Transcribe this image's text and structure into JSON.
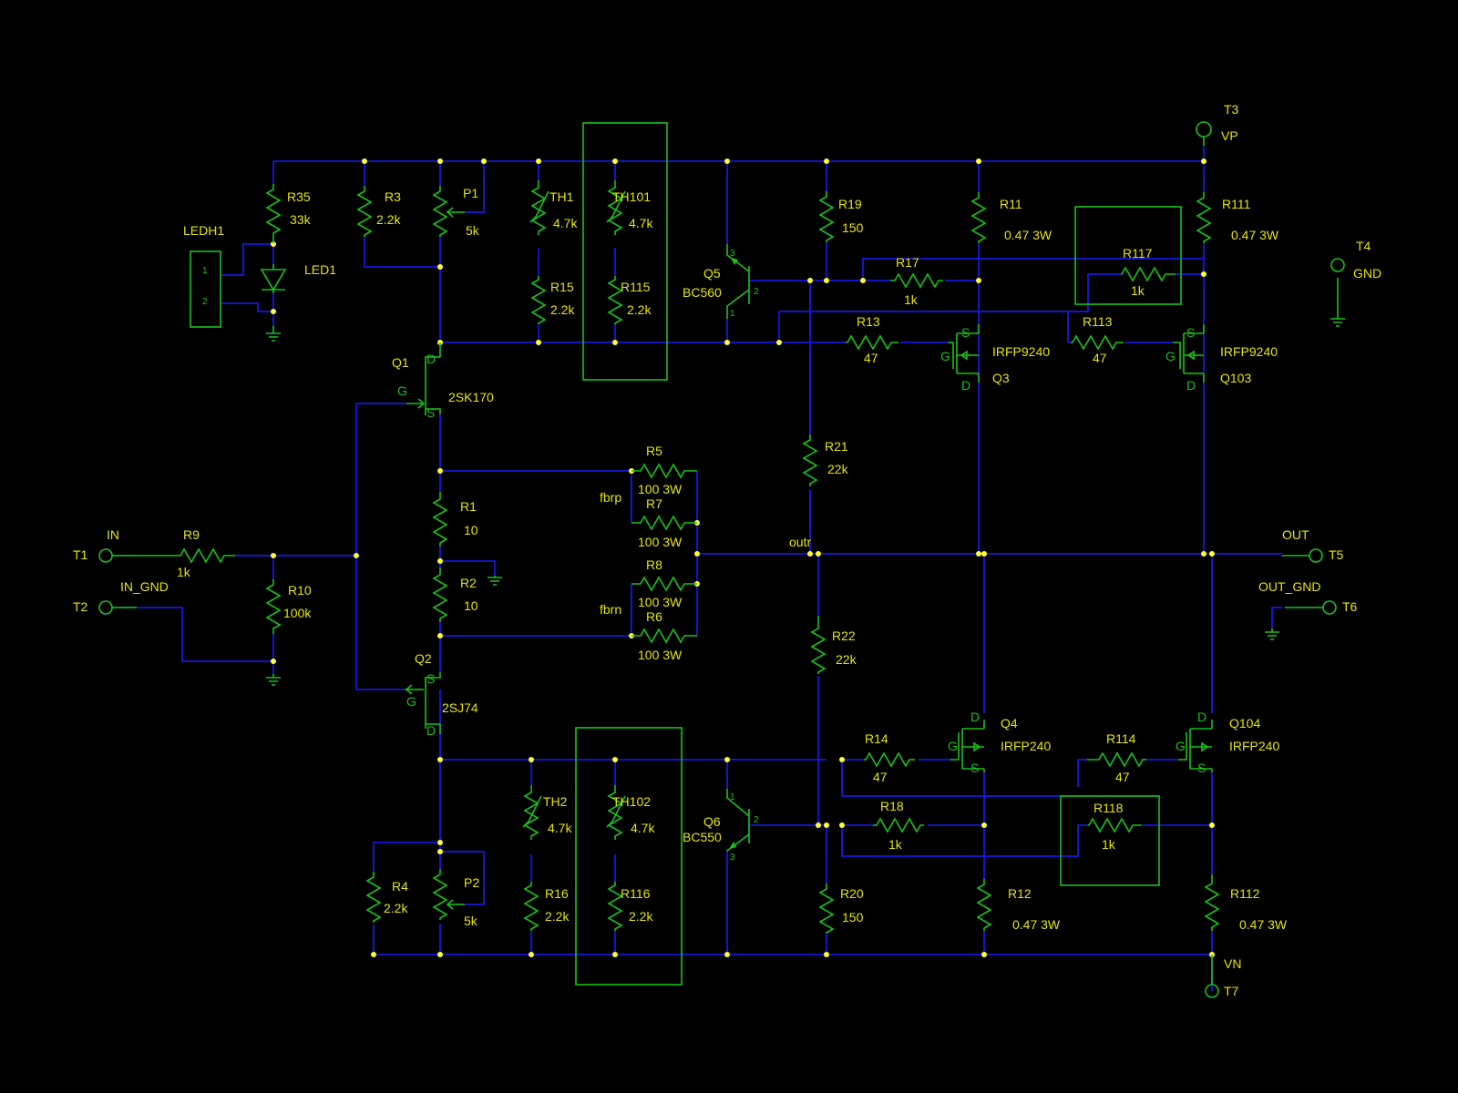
{
  "components": {
    "R35": {
      "ref": "R35",
      "value": "33k"
    },
    "R3": {
      "ref": "R3",
      "value": "2.2k"
    },
    "P1": {
      "ref": "P1",
      "value": "5k"
    },
    "TH1": {
      "ref": "TH1",
      "value": "4.7k"
    },
    "TH101": {
      "ref": "TH101",
      "value": "4.7k"
    },
    "R15": {
      "ref": "R15",
      "value": "2.2k"
    },
    "R115": {
      "ref": "R115",
      "value": "2.2k"
    },
    "R19": {
      "ref": "R19",
      "value": "150"
    },
    "R11": {
      "ref": "R11",
      "value": "0.47 3W"
    },
    "R111": {
      "ref": "R111",
      "value": "0.47 3W"
    },
    "R17": {
      "ref": "R17",
      "value": "1k"
    },
    "R117": {
      "ref": "R117",
      "value": "1k"
    },
    "R13": {
      "ref": "R13",
      "value": "47"
    },
    "R113": {
      "ref": "R113",
      "value": "47"
    },
    "Q5": {
      "ref": "Q5",
      "value": "BC560"
    },
    "Q3": {
      "ref": "Q3",
      "value": "IRFP9240"
    },
    "Q103": {
      "ref": "Q103",
      "value": "IRFP9240"
    },
    "Q1": {
      "ref": "Q1",
      "value": "2SK170"
    },
    "LEDH1": {
      "ref": "LEDH1"
    },
    "LED1": {
      "ref": "LED1"
    },
    "R21": {
      "ref": "R21",
      "value": "22k"
    },
    "R5": {
      "ref": "R5",
      "value": "100 3W"
    },
    "R7": {
      "ref": "R7",
      "value": "100 3W"
    },
    "R8": {
      "ref": "R8",
      "value": "100 3W"
    },
    "R6": {
      "ref": "R6",
      "value": "100 3W"
    },
    "R1": {
      "ref": "R1",
      "value": "10"
    },
    "R2": {
      "ref": "R2",
      "value": "10"
    },
    "R9": {
      "ref": "R9",
      "value": "1k"
    },
    "R10": {
      "ref": "R10",
      "value": "100k"
    },
    "R22": {
      "ref": "R22",
      "value": "22k"
    },
    "Q2": {
      "ref": "Q2",
      "value": "2SJ74"
    },
    "Q4": {
      "ref": "Q4",
      "value": "IRFP240"
    },
    "Q104": {
      "ref": "Q104",
      "value": "IRFP240"
    },
    "R14": {
      "ref": "R14",
      "value": "47"
    },
    "R114": {
      "ref": "R114",
      "value": "47"
    },
    "R118": {
      "ref": "R118",
      "value": "1k"
    },
    "R18": {
      "ref": "R18",
      "value": "1k"
    },
    "Q6": {
      "ref": "Q6",
      "value": "BC550"
    },
    "TH2": {
      "ref": "TH2",
      "value": "4.7k"
    },
    "TH102": {
      "ref": "TH102",
      "value": "4.7k"
    },
    "R4": {
      "ref": "R4",
      "value": "2.2k"
    },
    "P2": {
      "ref": "P2",
      "value": "5k"
    },
    "R16": {
      "ref": "R16",
      "value": "2.2k"
    },
    "R116": {
      "ref": "R116",
      "value": "2.2k"
    },
    "R20": {
      "ref": "R20",
      "value": "150"
    },
    "R12": {
      "ref": "R12",
      "value": "0.47 3W"
    },
    "R112": {
      "ref": "R112",
      "value": "0.47 3W"
    }
  },
  "terminals": {
    "T1": {
      "ref": "T1",
      "net": "IN"
    },
    "T2": {
      "ref": "T2",
      "net": "IN_GND"
    },
    "T3": {
      "ref": "T3",
      "net": "VP"
    },
    "T4": {
      "ref": "T4",
      "net": "GND"
    },
    "T5": {
      "ref": "T5",
      "net": "OUT"
    },
    "T6": {
      "ref": "T6",
      "net": "OUT_GND"
    },
    "T7": {
      "ref": "T7",
      "net": "VN"
    }
  },
  "nets": {
    "fbrp": "fbrp",
    "fbrn": "fbrn",
    "outr": "outr"
  },
  "pins": {
    "one": "1",
    "two": "2",
    "three": "3",
    "gate": "G",
    "drain": "D",
    "source": "S"
  }
}
